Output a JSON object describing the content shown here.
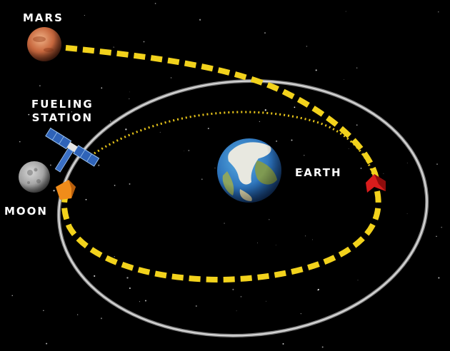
{
  "labels": {
    "mars": "MARS",
    "fueling_station_line1": "FUELING",
    "fueling_station_line2": "STATION",
    "moon": "MOON",
    "earth": "EARTH"
  },
  "colors": {
    "background": "#000000",
    "orbit_ring": "#bdbdbd",
    "trajectory": "#f2d21c",
    "transfer_ship": "#f08c1a",
    "earth_marker": "#d91c1c",
    "label_text": "#ffffff"
  },
  "icons": [
    "mars-planet",
    "earth-planet",
    "moon",
    "fueling-station-satellite",
    "orange-spacecraft",
    "red-spacecraft-marker"
  ]
}
